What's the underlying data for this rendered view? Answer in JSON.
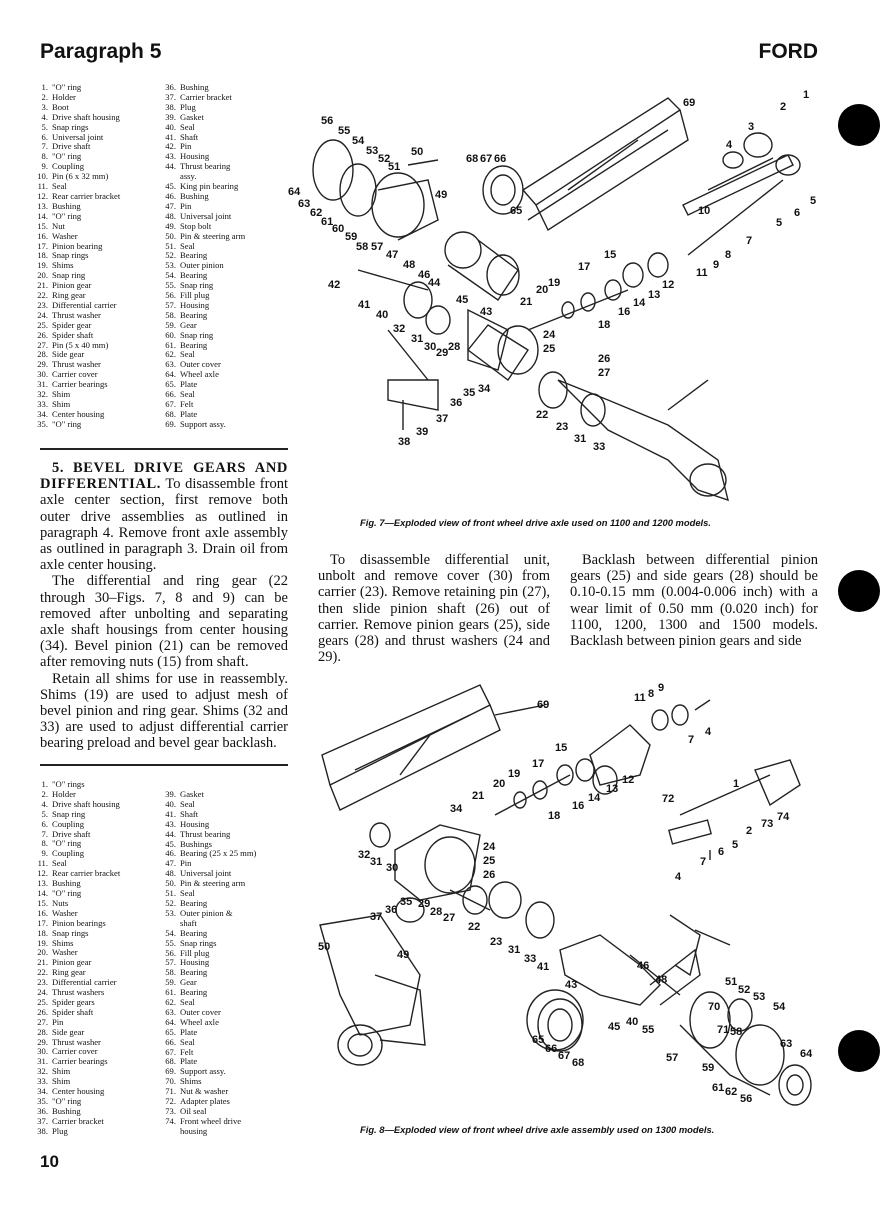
{
  "header": {
    "section": "Paragraph 5",
    "brand": "FORD"
  },
  "parts_list_top": {
    "col1": [
      {
        "n": "1.",
        "t": "\"O\" ring"
      },
      {
        "n": "2.",
        "t": "Holder"
      },
      {
        "n": "3.",
        "t": "Boot"
      },
      {
        "n": "4.",
        "t": "Drive shaft housing"
      },
      {
        "n": "5.",
        "t": "Snap rings"
      },
      {
        "n": "6.",
        "t": "Universal joint"
      },
      {
        "n": "7.",
        "t": "Drive shaft"
      },
      {
        "n": "8.",
        "t": "\"O\" ring"
      },
      {
        "n": "9.",
        "t": "Coupling"
      },
      {
        "n": "10.",
        "t": "Pin (6 x 32 mm)"
      },
      {
        "n": "11.",
        "t": "Seal"
      },
      {
        "n": "12.",
        "t": "Rear carrier bracket"
      },
      {
        "n": "13.",
        "t": "Bushing"
      },
      {
        "n": "14.",
        "t": "\"O\" ring"
      },
      {
        "n": "15.",
        "t": "Nut"
      },
      {
        "n": "16.",
        "t": "Washer"
      },
      {
        "n": "17.",
        "t": "Pinion bearing"
      },
      {
        "n": "18.",
        "t": "Snap rings"
      },
      {
        "n": "19.",
        "t": "Shims"
      },
      {
        "n": "20.",
        "t": "Snap ring"
      },
      {
        "n": "21.",
        "t": "Pinion gear"
      },
      {
        "n": "22.",
        "t": "Ring gear"
      },
      {
        "n": "23.",
        "t": "Differential carrier"
      },
      {
        "n": "24.",
        "t": "Thrust washer"
      },
      {
        "n": "25.",
        "t": "Spider gear"
      },
      {
        "n": "26.",
        "t": "Spider shaft"
      },
      {
        "n": "27.",
        "t": "Pin (5 x 40 mm)"
      },
      {
        "n": "28.",
        "t": "Side gear"
      },
      {
        "n": "29.",
        "t": "Thrust washer"
      },
      {
        "n": "30.",
        "t": "Carrier cover"
      },
      {
        "n": "31.",
        "t": "Carrier bearings"
      },
      {
        "n": "32.",
        "t": "Shim"
      },
      {
        "n": "33.",
        "t": "Shim"
      },
      {
        "n": "34.",
        "t": "Center housing"
      },
      {
        "n": "35.",
        "t": "\"O\" ring"
      }
    ],
    "col2": [
      {
        "n": "36.",
        "t": "Bushing"
      },
      {
        "n": "37.",
        "t": "Carrier bracket"
      },
      {
        "n": "38.",
        "t": "Plug"
      },
      {
        "n": "39.",
        "t": "Gasket"
      },
      {
        "n": "40.",
        "t": "Seal"
      },
      {
        "n": "41.",
        "t": "Shaft"
      },
      {
        "n": "42.",
        "t": "Pin"
      },
      {
        "n": "43.",
        "t": "Housing"
      },
      {
        "n": "44.",
        "t": "Thrust bearing"
      },
      {
        "n": "",
        "t": "assy."
      },
      {
        "n": "45.",
        "t": "King pin bearing"
      },
      {
        "n": "46.",
        "t": "Bushing"
      },
      {
        "n": "47.",
        "t": "Pin"
      },
      {
        "n": "48.",
        "t": "Universal joint"
      },
      {
        "n": "49.",
        "t": "Stop bolt"
      },
      {
        "n": "50.",
        "t": "Pin & steering arm"
      },
      {
        "n": "51.",
        "t": "Seal"
      },
      {
        "n": "52.",
        "t": "Bearing"
      },
      {
        "n": "53.",
        "t": "Outer pinion"
      },
      {
        "n": "54.",
        "t": "Bearing"
      },
      {
        "n": "55.",
        "t": "Snap ring"
      },
      {
        "n": "56.",
        "t": "Fill plug"
      },
      {
        "n": "57.",
        "t": "Housing"
      },
      {
        "n": "58.",
        "t": "Bearing"
      },
      {
        "n": "59.",
        "t": "Gear"
      },
      {
        "n": "60.",
        "t": "Snap ring"
      },
      {
        "n": "61.",
        "t": "Bearing"
      },
      {
        "n": "62.",
        "t": "Seal"
      },
      {
        "n": "63.",
        "t": "Outer cover"
      },
      {
        "n": "64.",
        "t": "Wheel axle"
      },
      {
        "n": "65.",
        "t": "Plate"
      },
      {
        "n": "66.",
        "t": "Seal"
      },
      {
        "n": "67.",
        "t": "Felt"
      },
      {
        "n": "68.",
        "t": "Plate"
      },
      {
        "n": "69.",
        "t": "Support assy."
      }
    ]
  },
  "section5": {
    "number": "5.",
    "heading": "BEVEL DRIVE GEARS AND DIFFERENTIAL.",
    "p1_rest": " To disassemble front axle center section, first remove both outer drive assemblies as outlined in paragraph 4. Remove front axle assembly as outlined in paragraph 3. Drain oil from axle center housing.",
    "p2": "The differential and ring gear (22 through 30–Figs. 7, 8 and 9) can be removed after unbolting and separating axle shaft housings from center housing (34). Bevel pinion (21) can be removed after removing nuts (15) from shaft.",
    "p3": "Retain all shims for use in reassembly. Shims (19) are used to adjust mesh of bevel pinion and ring gear. Shims (32 and 33) are used to adjust differential carrier bearing preload and bevel gear backlash.",
    "p4": "To disassemble differential unit, unbolt and remove cover (30) from carrier (23). Remove retaining pin (27), then slide pinion shaft (26) out of carrier. Remove pinion gears (25), side gears (28) and thrust washers (24 and 29).",
    "p5": "Backlash between differential pinion gears (25) and side gears (28) should be 0.10-0.15 mm (0.004-0.006 inch) with a wear limit of 0.50 mm (0.020 inch) for 1100, 1200, 1300 and 1500 models. Backlash between pinion gears and side"
  },
  "fig7_caption": "Fig. 7—Exploded view of front wheel drive axle used on 1100 and 1200 models.",
  "fig8_caption": "Fig. 8—Exploded view of front wheel drive axle assembly used on 1300 models.",
  "parts_list_bottom": {
    "col1": [
      {
        "n": "1.",
        "t": "\"O\" rings"
      },
      {
        "n": "2.",
        "t": "Holder"
      },
      {
        "n": "4.",
        "t": "Drive shaft housing"
      },
      {
        "n": "5.",
        "t": "Snap ring"
      },
      {
        "n": "6.",
        "t": "Coupling"
      },
      {
        "n": "7.",
        "t": "Drive shaft"
      },
      {
        "n": "8.",
        "t": "\"O\" ring"
      },
      {
        "n": "9.",
        "t": "Coupling"
      },
      {
        "n": "11.",
        "t": "Seal"
      },
      {
        "n": "12.",
        "t": "Rear carrier bracket"
      },
      {
        "n": "13.",
        "t": "Bushing"
      },
      {
        "n": "14.",
        "t": "\"O\" ring"
      },
      {
        "n": "15.",
        "t": "Nuts"
      },
      {
        "n": "16.",
        "t": "Washer"
      },
      {
        "n": "17.",
        "t": "Pinion bearings"
      },
      {
        "n": "18.",
        "t": "Snap rings"
      },
      {
        "n": "19.",
        "t": "Shims"
      },
      {
        "n": "20.",
        "t": "Washer"
      },
      {
        "n": "21.",
        "t": "Pinion gear"
      },
      {
        "n": "22.",
        "t": "Ring gear"
      },
      {
        "n": "23.",
        "t": "Differential carrier"
      },
      {
        "n": "24.",
        "t": "Thrust washers"
      },
      {
        "n": "25.",
        "t": "Spider gears"
      },
      {
        "n": "26.",
        "t": "Spider shaft"
      },
      {
        "n": "27.",
        "t": "Pin"
      },
      {
        "n": "28.",
        "t": "Side gear"
      },
      {
        "n": "29.",
        "t": "Thrust washer"
      },
      {
        "n": "30.",
        "t": "Carrier cover"
      },
      {
        "n": "31.",
        "t": "Carrier bearings"
      },
      {
        "n": "32.",
        "t": "Shim"
      },
      {
        "n": "33.",
        "t": "Shim"
      },
      {
        "n": "34.",
        "t": "Center housing"
      },
      {
        "n": "35.",
        "t": "\"O\" ring"
      },
      {
        "n": "36.",
        "t": "Bushing"
      },
      {
        "n": "37.",
        "t": "Carrier bracket"
      },
      {
        "n": "38.",
        "t": "Plug"
      }
    ],
    "col2": [
      {
        "n": "39.",
        "t": "Gasket"
      },
      {
        "n": "40.",
        "t": "Seal"
      },
      {
        "n": "41.",
        "t": "Shaft"
      },
      {
        "n": "43.",
        "t": "Housing"
      },
      {
        "n": "44.",
        "t": "Thrust bearing"
      },
      {
        "n": "45.",
        "t": "Bushings"
      },
      {
        "n": "46.",
        "t": "Bearing (25 x 25 mm)"
      },
      {
        "n": "47.",
        "t": "Pin"
      },
      {
        "n": "48.",
        "t": "Universal joint"
      },
      {
        "n": "50.",
        "t": "Pin & steering arm"
      },
      {
        "n": "51.",
        "t": "Seal"
      },
      {
        "n": "52.",
        "t": "Bearing"
      },
      {
        "n": "53.",
        "t": "Outer pinion &"
      },
      {
        "n": "",
        "t": "shaft"
      },
      {
        "n": "54.",
        "t": "Bearing"
      },
      {
        "n": "55.",
        "t": "Snap rings"
      },
      {
        "n": "56.",
        "t": "Fill plug"
      },
      {
        "n": "57.",
        "t": "Housing"
      },
      {
        "n": "58.",
        "t": "Bearing"
      },
      {
        "n": "59.",
        "t": "Gear"
      },
      {
        "n": "61.",
        "t": "Bearing"
      },
      {
        "n": "62.",
        "t": "Seal"
      },
      {
        "n": "63.",
        "t": "Outer cover"
      },
      {
        "n": "64.",
        "t": "Wheel axle"
      },
      {
        "n": "65.",
        "t": "Plate"
      },
      {
        "n": "66.",
        "t": "Seal"
      },
      {
        "n": "67.",
        "t": "Felt"
      },
      {
        "n": "68.",
        "t": "Plate"
      },
      {
        "n": "69.",
        "t": "Support assy."
      },
      {
        "n": "70.",
        "t": "Shims"
      },
      {
        "n": "71.",
        "t": "Nut & washer"
      },
      {
        "n": "72.",
        "t": "Adapter plates"
      },
      {
        "n": "73.",
        "t": "Oil seal"
      },
      {
        "n": "74.",
        "t": "Front wheel drive"
      },
      {
        "n": "",
        "t": "housing"
      }
    ]
  },
  "fig7_callouts": [
    "56",
    "55",
    "54",
    "53",
    "52",
    "51",
    "50",
    "49",
    "64",
    "63",
    "62",
    "61",
    "60",
    "59",
    "58",
    "57",
    "47",
    "48",
    "46",
    "44",
    "42",
    "41",
    "40",
    "32",
    "31",
    "30",
    "29",
    "28",
    "45",
    "43",
    "35",
    "34",
    "36",
    "37",
    "38",
    "39",
    "68",
    "67",
    "66",
    "65",
    "69",
    "21",
    "20",
    "19",
    "17",
    "15",
    "16",
    "14",
    "13",
    "12",
    "11",
    "9",
    "8",
    "7",
    "10",
    "5",
    "6",
    "5",
    "4",
    "3",
    "2",
    "1",
    "18",
    "24",
    "25",
    "26",
    "27",
    "22",
    "23",
    "31",
    "33"
  ],
  "fig8_callouts": [
    "69",
    "11",
    "8",
    "9",
    "7",
    "4",
    "15",
    "17",
    "19",
    "20",
    "21",
    "34",
    "18",
    "16",
    "14",
    "13",
    "12",
    "72",
    "1",
    "2",
    "73",
    "74",
    "5",
    "6",
    "7",
    "4",
    "24",
    "25",
    "26",
    "32",
    "31",
    "30",
    "35",
    "36",
    "37",
    "29",
    "28",
    "27",
    "22",
    "23",
    "31",
    "33",
    "41",
    "50",
    "49",
    "43",
    "46",
    "48",
    "51",
    "52",
    "53",
    "54",
    "70",
    "71",
    "58",
    "63",
    "64",
    "45",
    "40",
    "55",
    "65",
    "66",
    "67",
    "68",
    "57",
    "59",
    "61",
    "62",
    "56"
  ],
  "page_number": "10"
}
